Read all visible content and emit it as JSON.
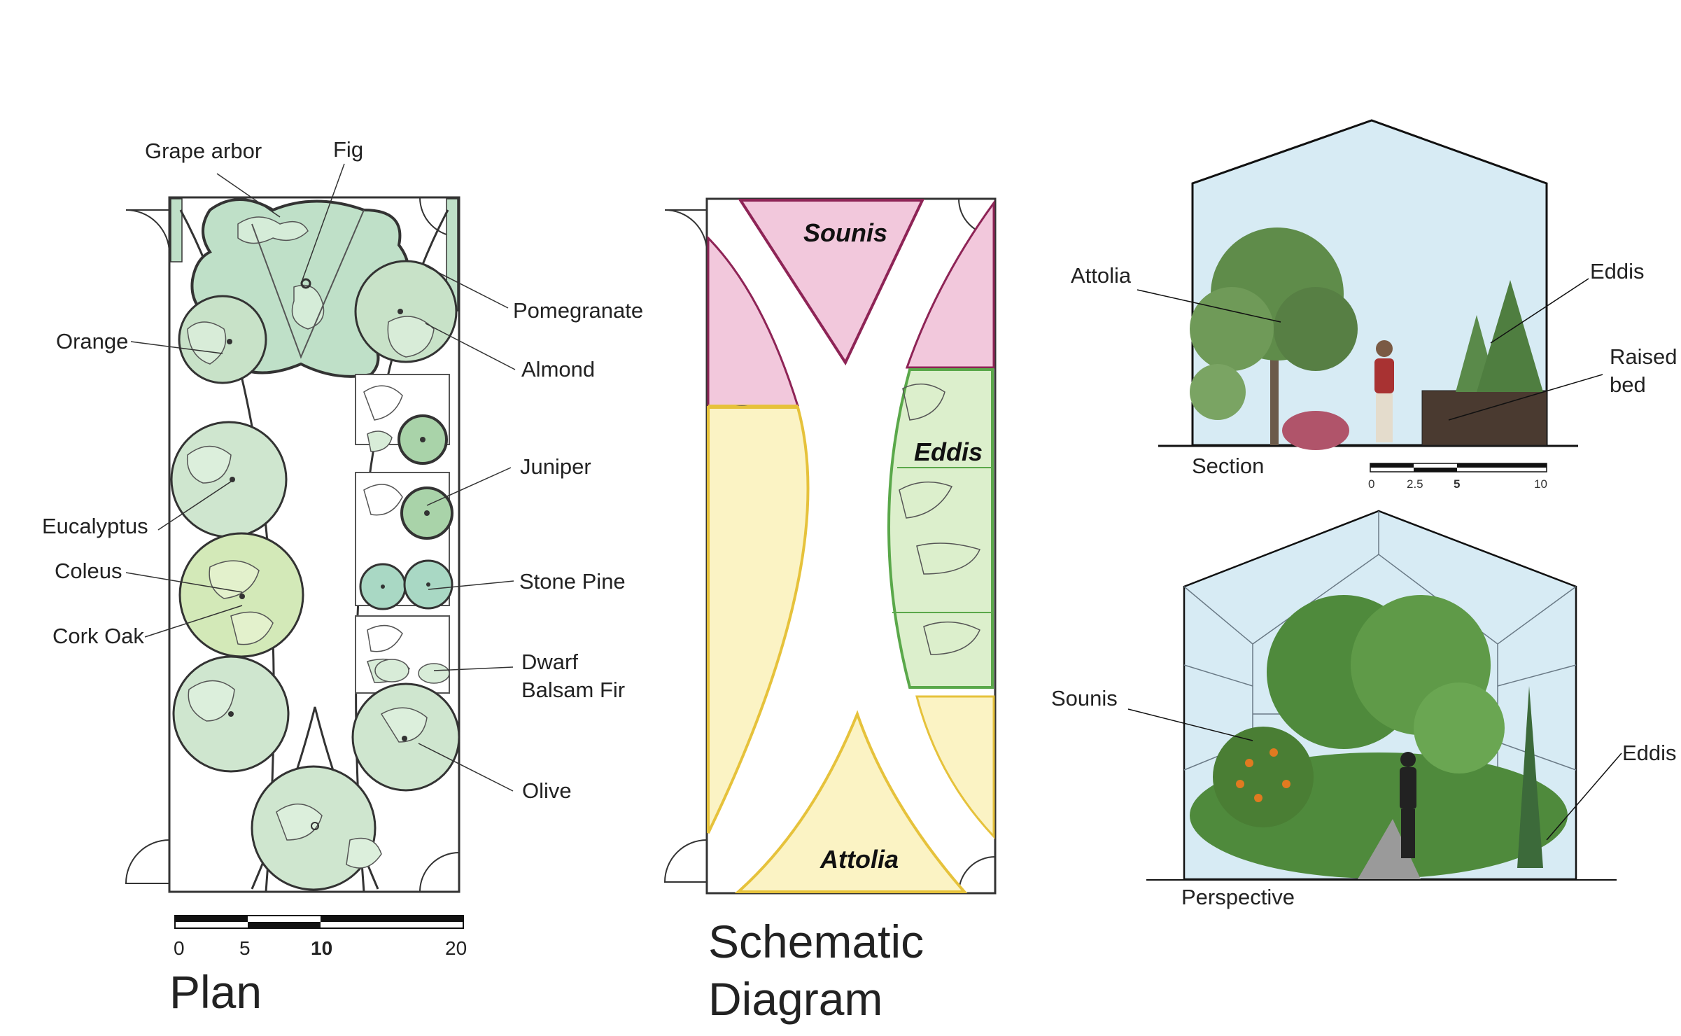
{
  "plan": {
    "title": "Plan",
    "labels": {
      "grape_arbor": "Grape arbor",
      "fig": "Fig",
      "pomegranate": "Pomegranate",
      "orange": "Orange",
      "almond": "Almond",
      "juniper": "Juniper",
      "eucalyptus": "Eucalyptus",
      "coleus": "Coleus",
      "stone_pine": "Stone Pine",
      "cork_oak": "Cork Oak",
      "dwarf_1": "Dwarf",
      "dwarf_2": "Balsam Fir",
      "olive": "Olive"
    },
    "scale": {
      "t0": "0",
      "t1": "5",
      "t2": "10",
      "t3": "20"
    }
  },
  "schematic": {
    "title_1": "Schematic",
    "title_2": "Diagram",
    "zones": {
      "sounis": "Sounis",
      "eddis": "Eddis",
      "attolia": "Attolia"
    }
  },
  "section": {
    "title": "Section",
    "labels": {
      "attolia": "Attolia",
      "eddis": "Eddis",
      "raised_1": "Raised",
      "raised_2": "bed"
    },
    "scale": {
      "t0": "0",
      "t1": "2.5",
      "t2": "5",
      "t3": "10"
    }
  },
  "perspective": {
    "title": "Perspective",
    "labels": {
      "sounis": "Sounis",
      "eddis": "Eddis"
    }
  },
  "colors": {
    "plan_green": "#bfe0c8",
    "tree_green": "#cfe6cf",
    "sounis_pink": "#f2c8dc",
    "eddis_green": "#dcefcc",
    "attolia_yellow": "#fbf3c4",
    "sky_blue": "#d7ebf4"
  }
}
